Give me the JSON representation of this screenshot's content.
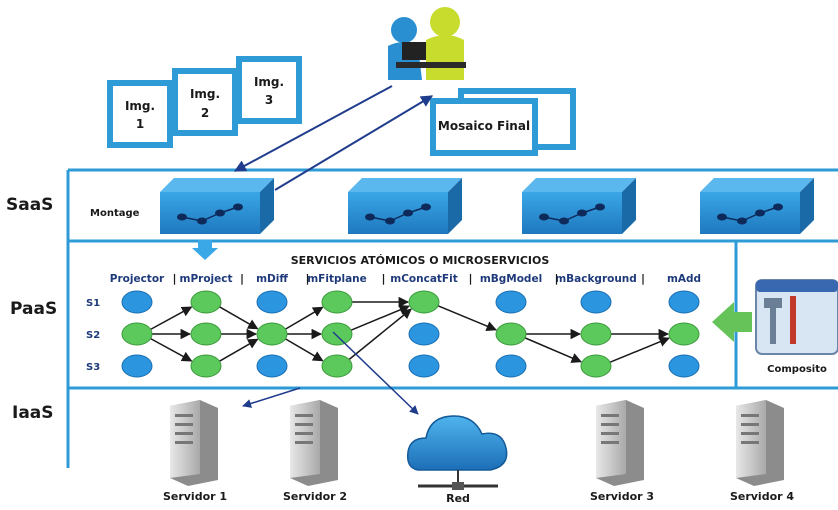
{
  "layers": {
    "saas": "SaaS",
    "paas": "PaaS",
    "iaas": "IaaS"
  },
  "images": [
    "Img.\n1",
    "Img.\n2",
    "Img.\n3"
  ],
  "final_mosaic": "Mosaico Final",
  "montage_label": "Montage",
  "microservices_title": "SERVICIOS ATÓMICOS O MICROSERVICIOS",
  "columns": [
    "Projector",
    "mProject",
    "mDiff",
    "mFitplane",
    "mConcatFit",
    "mBgModel",
    "mBackground",
    "mAdd"
  ],
  "rows": [
    "S1",
    "S2",
    "S3"
  ],
  "composer_label": "Composito",
  "servers": [
    "Servidor 1",
    "Servidor 2",
    "Red",
    "Servidor 3",
    "Servidor 4"
  ],
  "colors": {
    "frame": "#2e9bd6",
    "node_blue": "#2b95e0",
    "node_green": "#5cc95c",
    "cube": "#2a8fd0",
    "arrow_dark": "#203c8c",
    "composer_arrow": "#66c35a",
    "text_dark": "#1a1a1a",
    "text_blue": "#1f3a7a"
  }
}
